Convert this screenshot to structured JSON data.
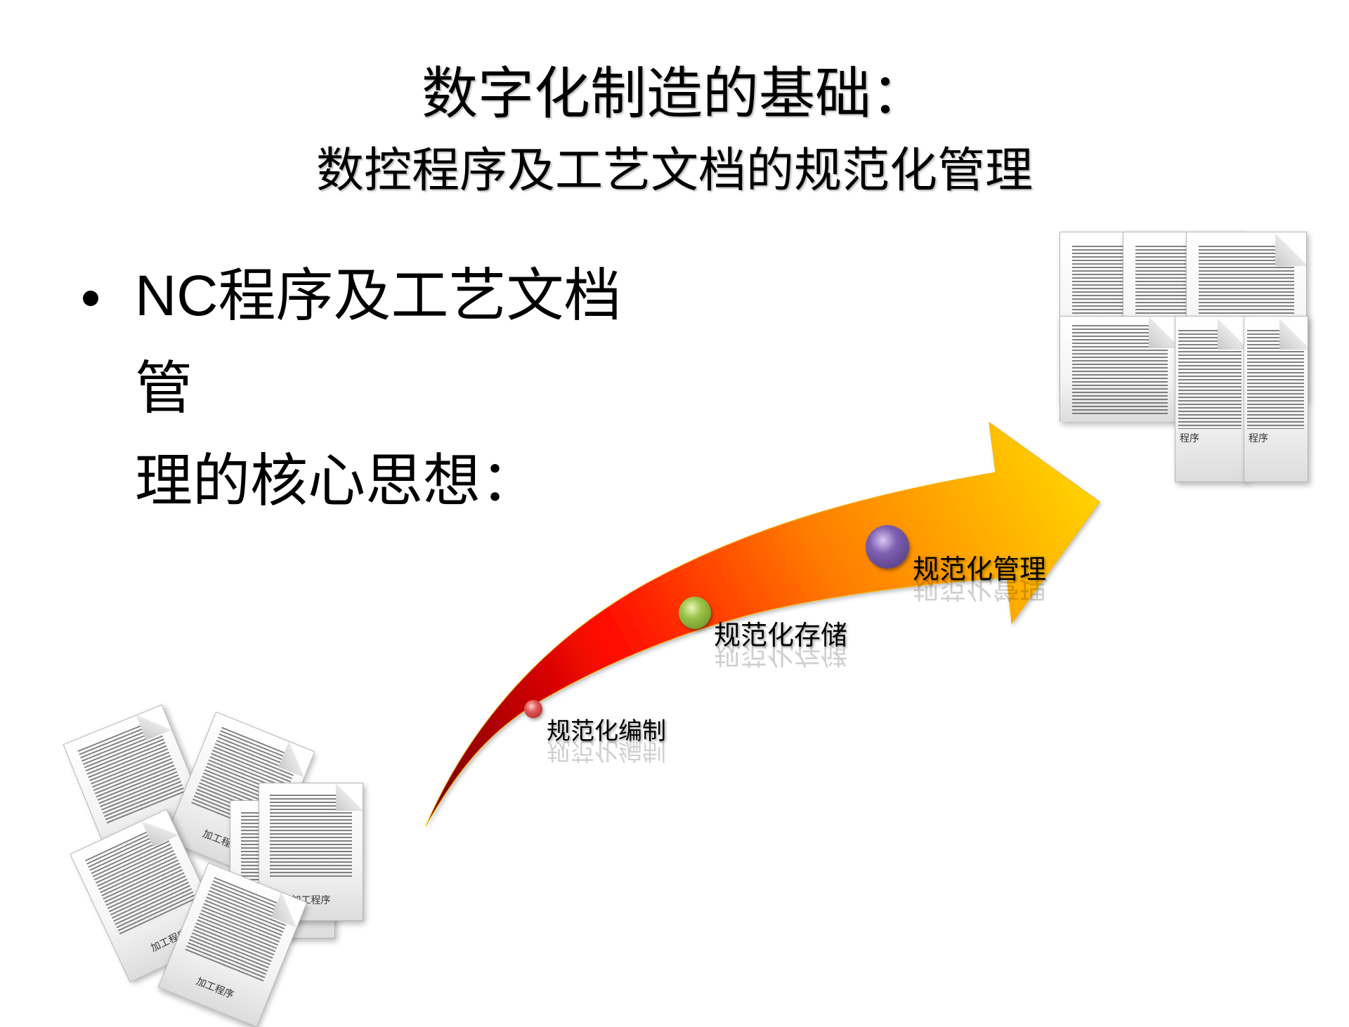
{
  "slide": {
    "title_line1": "数字化制造的基础：",
    "title_line2": "数控程序及工艺文档的规范化管理",
    "bullet": {
      "symbol": "•",
      "text_latin": "NC",
      "text_line1_rest": "程序及工艺文档管",
      "text_line2": "理的核心思想："
    }
  },
  "process_arrow": {
    "gradient_colors": [
      "#7a0000",
      "#ff0a00",
      "#ff7a00",
      "#ffd400"
    ],
    "stages": [
      {
        "label": "规范化编制",
        "ball_color": "#c0393b",
        "ball_icon": "red-sphere"
      },
      {
        "label": "规范化存储",
        "ball_color": "#8db33f",
        "ball_icon": "green-sphere"
      },
      {
        "label": "规范化管理",
        "ball_color": "#6a4f9a",
        "ball_icon": "purple-sphere"
      }
    ]
  },
  "illustrations": {
    "scattered_docs_label": "加工程序",
    "organized_docs_label": "程序",
    "scattered_docs_icon": "scattered-documents",
    "organized_docs_icon": "organized-document-stack"
  }
}
